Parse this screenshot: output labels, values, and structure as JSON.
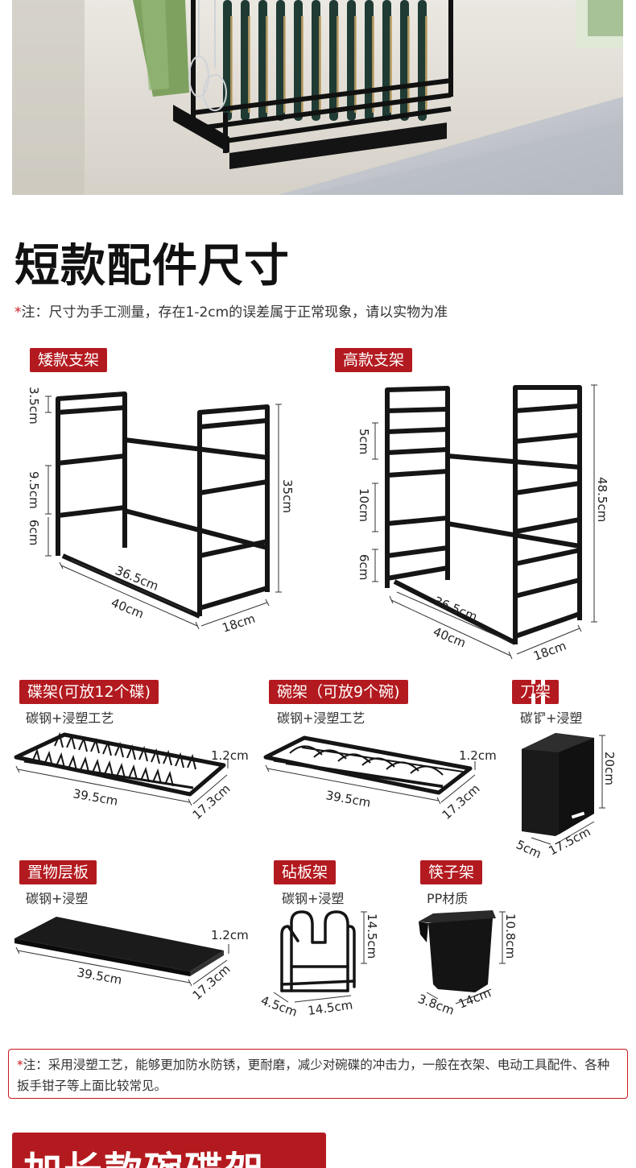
{
  "heading": {
    "title": "短款配件尺寸",
    "note_star": "*",
    "note_text": "注：尺寸为手工测量，存在1-2cm的误差属于正常现象，请以实物为准"
  },
  "racks": {
    "short": {
      "tag": "矮款支架",
      "dims": {
        "top_gap": "3.5cm",
        "mid_gap": "9.5cm",
        "low_gap": "6cm",
        "height": "35cm",
        "inner_width": "36.5cm",
        "width": "40cm",
        "depth": "18cm"
      }
    },
    "tall": {
      "tag": "高款支架",
      "dims": {
        "top_gap": "5cm",
        "mid_gap": "10cm",
        "low_gap": "6cm",
        "height": "48.5cm",
        "inner_width": "36.5cm",
        "width": "40cm",
        "depth": "18cm"
      }
    }
  },
  "accessories": {
    "plate_rack": {
      "tag": "碟架(可放12个碟)",
      "material": "碳钢+浸塑工艺",
      "height": "1.2cm",
      "length": "39.5cm",
      "depth": "17.3cm"
    },
    "bowl_rack": {
      "tag": "碗架（可放9个碗)",
      "material": "碳钢+浸塑工艺",
      "height": "1.2cm",
      "length": "39.5cm",
      "depth": "17.3cm"
    },
    "knife_rack": {
      "tag": "刀架",
      "material": "碳钢+浸塑",
      "height": "20cm",
      "depth": "5cm",
      "width": "17.5cm"
    },
    "shelf_board": {
      "tag": "置物层板",
      "material": "碳钢+浸塑",
      "height": "1.2cm",
      "length": "39.5cm",
      "depth": "17.3cm"
    },
    "cutting_board_rack": {
      "tag": "砧板架",
      "material": "碳钢+浸塑",
      "height": "14.5cm",
      "depth": "4.5cm",
      "width": "14.5cm"
    },
    "chopstick_holder": {
      "tag": "筷子架",
      "material": "PP材质",
      "height": "10.8cm",
      "depth": "3.8cm",
      "width": "14cm"
    }
  },
  "footnote": {
    "star": "*",
    "text": "注：采用浸塑工艺，能够更加防水防锈，更耐磨，减少对碗碟的冲击力，一般在衣架、电动工具配件、各种扳手钳子等上面比较常见。"
  },
  "bottom_heading": "加长款碗碟架",
  "colors": {
    "accent": "#b31a1f",
    "frame": "#151515",
    "star": "#c9181e"
  }
}
